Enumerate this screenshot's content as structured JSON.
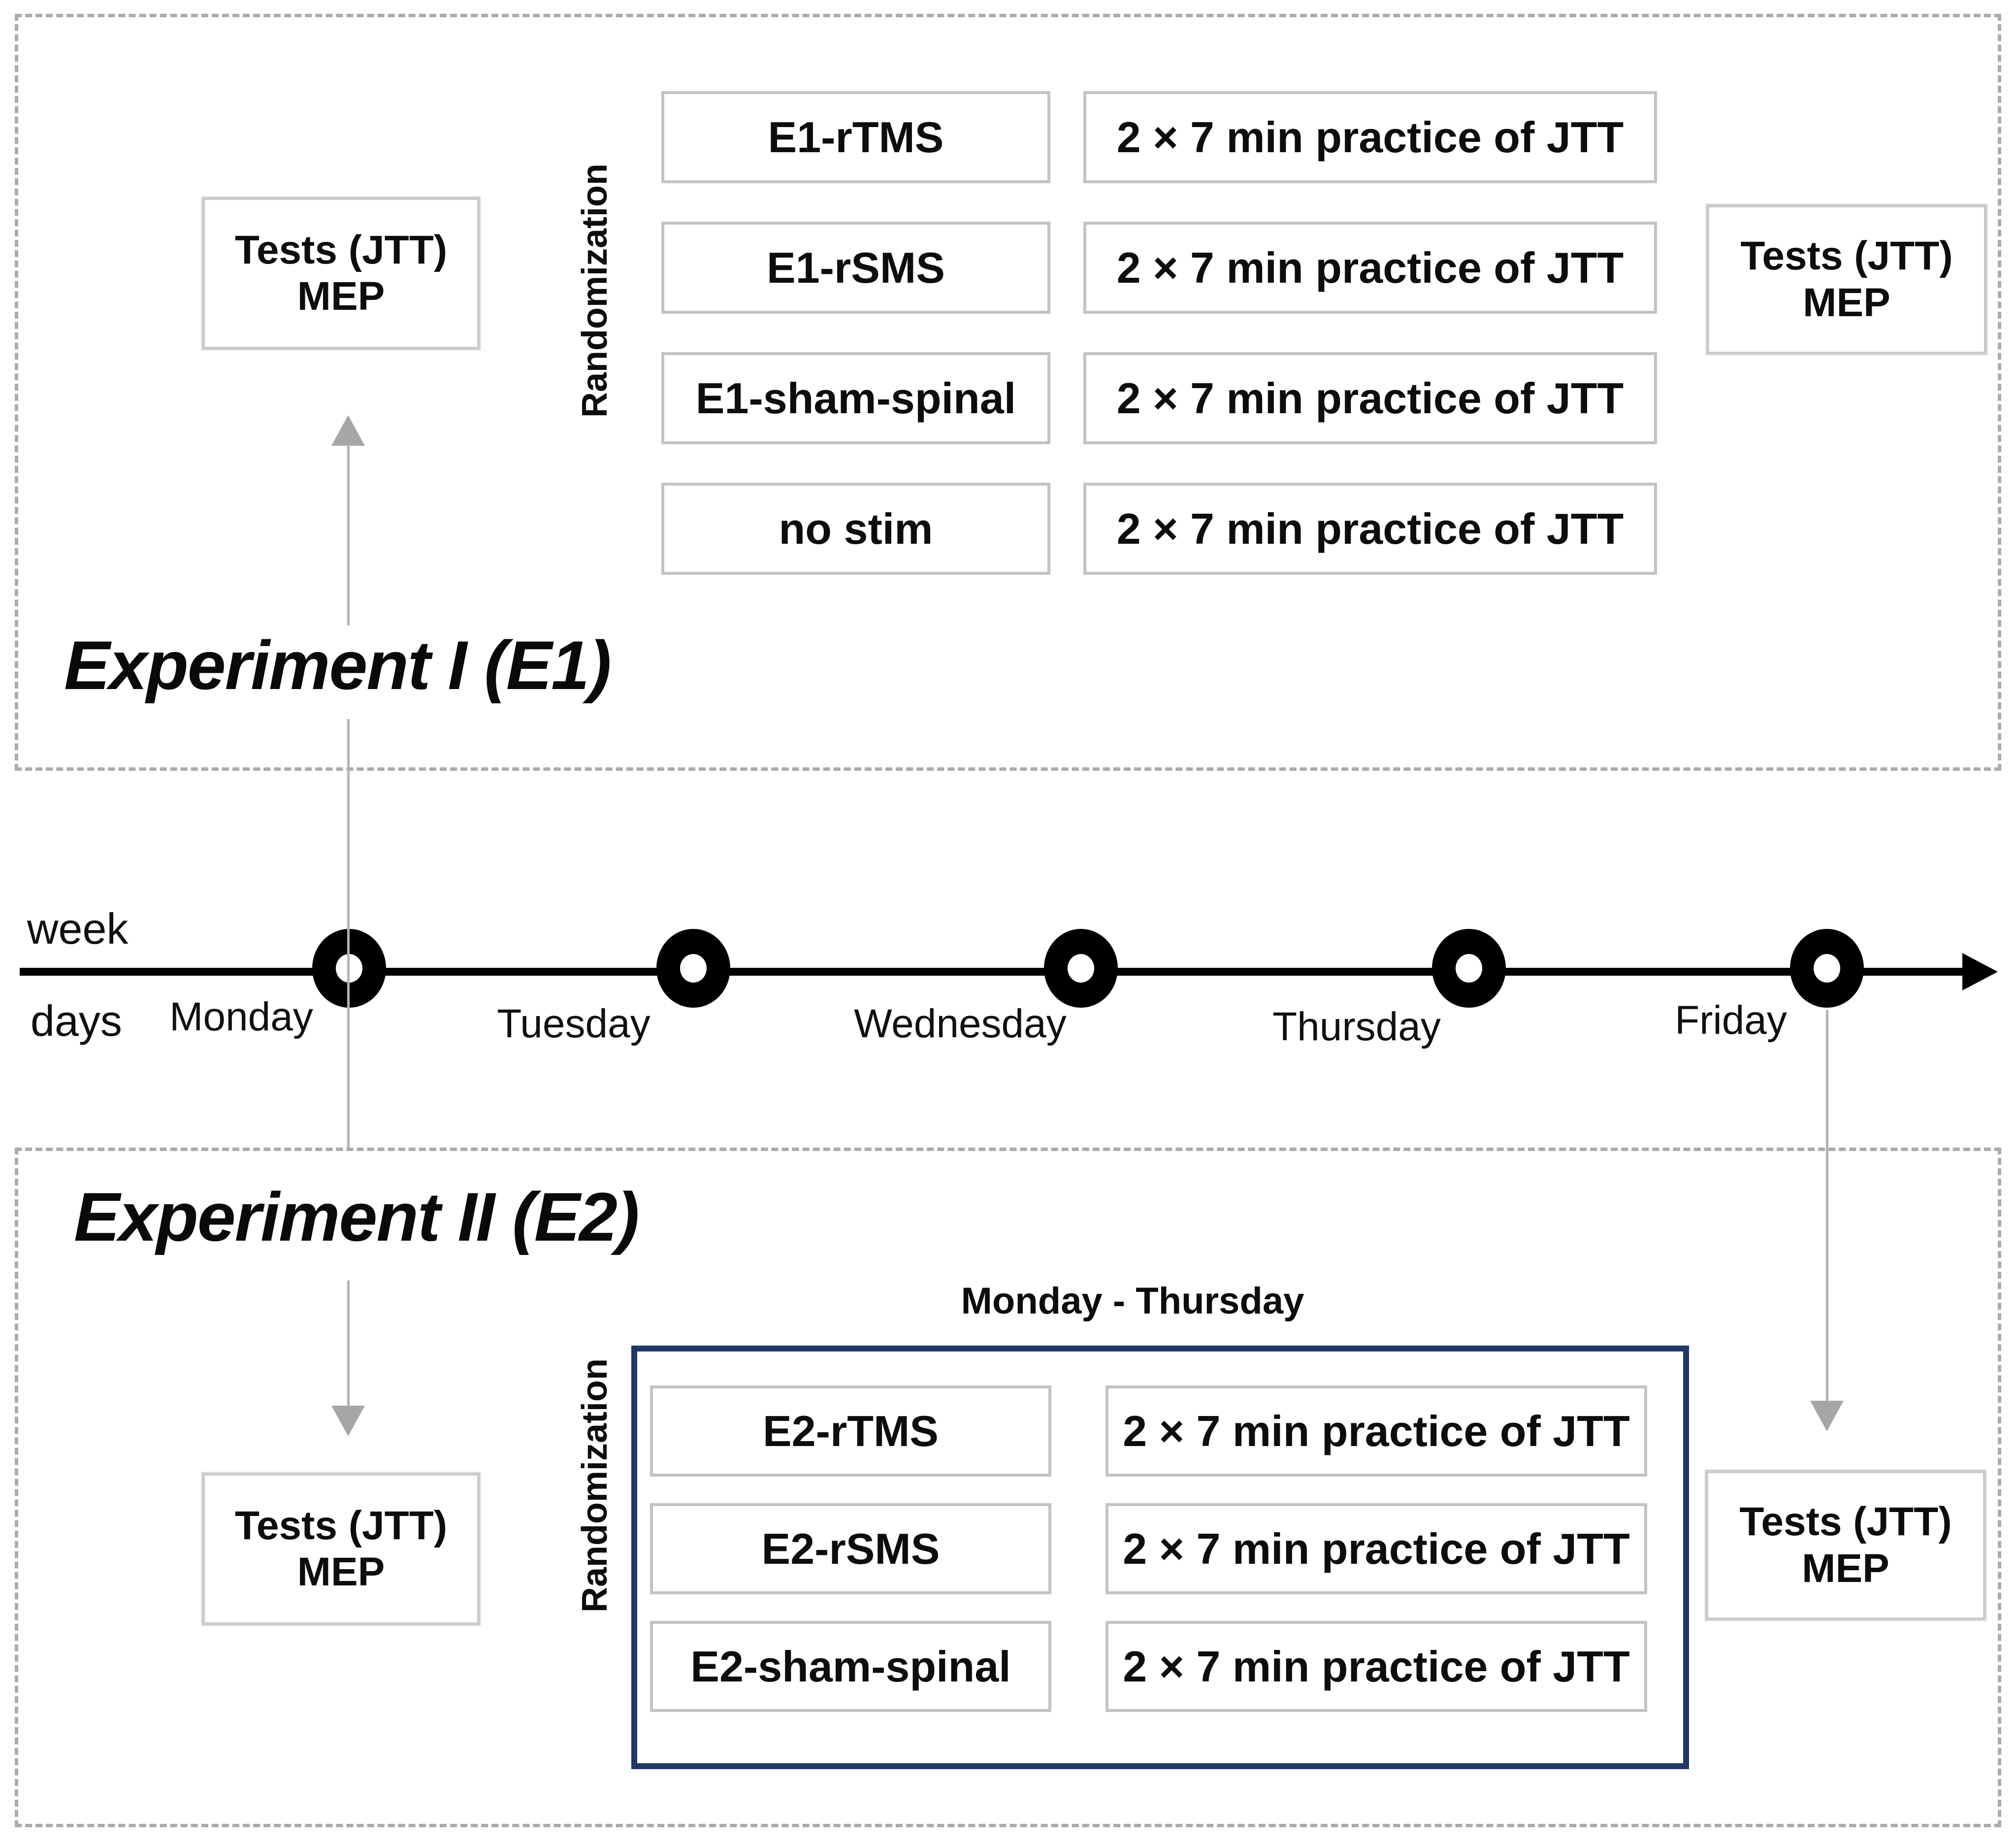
{
  "experiment1": {
    "title": "Experiment I (E1)",
    "randomization_label": "Randomization",
    "tests_box_left": {
      "line1": "Tests (JTT)",
      "line2": "MEP"
    },
    "tests_box_right": {
      "line1": "Tests (JTT)",
      "line2": "MEP"
    },
    "conditions": [
      "E1-rTMS",
      "E1-rSMS",
      "E1-sham-spinal",
      "no stim"
    ],
    "practice_label": "2 × 7 min practice of JTT"
  },
  "timeline": {
    "week_label": "week",
    "days_label": "days",
    "days": [
      "Monday",
      "Tuesday",
      "Wednesday",
      "Thursday",
      "Friday"
    ]
  },
  "experiment2": {
    "title": "Experiment II (E2)",
    "schedule_label": "Monday - Thursday",
    "randomization_label": "Randomization",
    "tests_box_left": {
      "line1": "Tests (JTT)",
      "line2": "MEP"
    },
    "tests_box_right": {
      "line1": "Tests (JTT)",
      "line2": "MEP"
    },
    "conditions": [
      "E2-rTMS",
      "E2-rSMS",
      "E2-sham-spinal"
    ],
    "practice_label": "2 × 7 min practice of JTT"
  },
  "colors": {
    "navy_border": "#1f3864",
    "box_border": "#c3c3c3",
    "dashed_border": "#ababab",
    "connector_gray": "#a6a6a6",
    "timeline_black": "#000000"
  }
}
